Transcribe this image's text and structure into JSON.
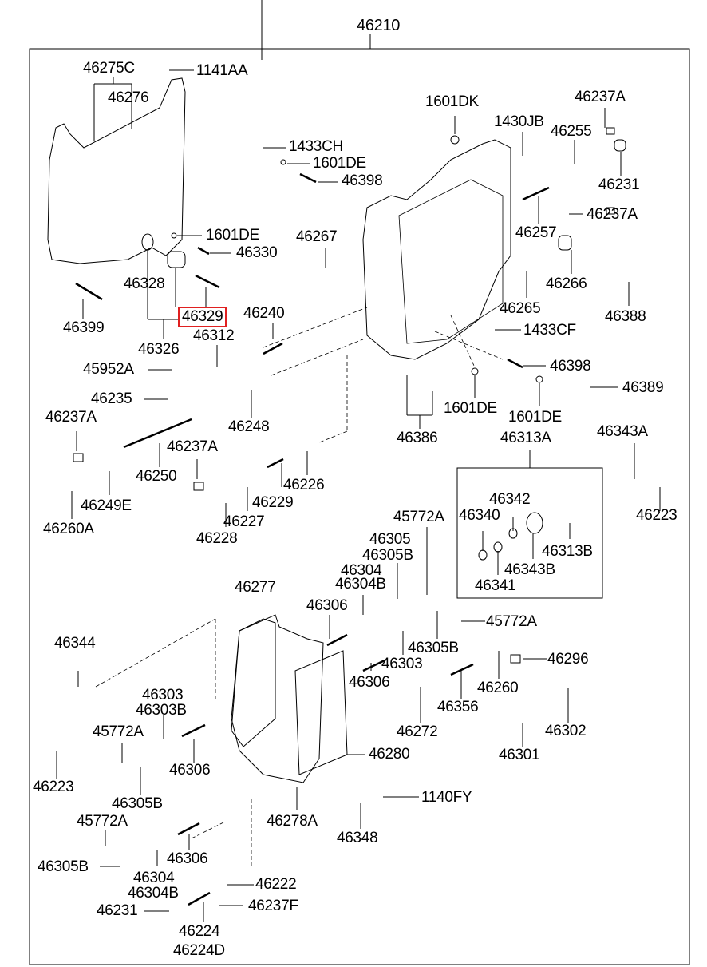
{
  "diagram": {
    "title": "46210",
    "highlight_color": "#e02020",
    "highlighted_part": "46329",
    "labels": [
      {
        "id": "46275C",
        "text": "46275C"
      },
      {
        "id": "1141AA",
        "text": "1141AA"
      },
      {
        "id": "46276",
        "text": "46276"
      },
      {
        "id": "1601DK",
        "text": "1601DK"
      },
      {
        "id": "46237A_1",
        "text": "46237A"
      },
      {
        "id": "1430JB",
        "text": "1430JB"
      },
      {
        "id": "46255",
        "text": "46255"
      },
      {
        "id": "1433CH",
        "text": "1433CH"
      },
      {
        "id": "1601DE_1",
        "text": "1601DE"
      },
      {
        "id": "46398_1",
        "text": "46398"
      },
      {
        "id": "46231_1",
        "text": "46231"
      },
      {
        "id": "46257",
        "text": "46257"
      },
      {
        "id": "46237A_2",
        "text": "46237A"
      },
      {
        "id": "1601DE_2",
        "text": "1601DE"
      },
      {
        "id": "46267",
        "text": "46267"
      },
      {
        "id": "46330",
        "text": "46330"
      },
      {
        "id": "46266",
        "text": "46266"
      },
      {
        "id": "46328",
        "text": "46328"
      },
      {
        "id": "46388",
        "text": "46388"
      },
      {
        "id": "46265",
        "text": "46265"
      },
      {
        "id": "46399",
        "text": "46399"
      },
      {
        "id": "46329",
        "text": "46329"
      },
      {
        "id": "46240",
        "text": "46240"
      },
      {
        "id": "46326",
        "text": "46326"
      },
      {
        "id": "46312",
        "text": "46312"
      },
      {
        "id": "1433CF",
        "text": "1433CF"
      },
      {
        "id": "45952A",
        "text": "45952A"
      },
      {
        "id": "46398_2",
        "text": "46398"
      },
      {
        "id": "46235",
        "text": "46235"
      },
      {
        "id": "46389",
        "text": "46389"
      },
      {
        "id": "1601DE_3",
        "text": "1601DE"
      },
      {
        "id": "46237A_3",
        "text": "46237A"
      },
      {
        "id": "46248",
        "text": "46248"
      },
      {
        "id": "1601DE_4",
        "text": "1601DE"
      },
      {
        "id": "46386",
        "text": "46386"
      },
      {
        "id": "46313A",
        "text": "46313A"
      },
      {
        "id": "46343A",
        "text": "46343A"
      },
      {
        "id": "46237A_4",
        "text": "46237A"
      },
      {
        "id": "46250",
        "text": "46250"
      },
      {
        "id": "46226",
        "text": "46226"
      },
      {
        "id": "46342",
        "text": "46342"
      },
      {
        "id": "46340",
        "text": "46340"
      },
      {
        "id": "46223_1",
        "text": "46223"
      },
      {
        "id": "46249E",
        "text": "46249E"
      },
      {
        "id": "46229",
        "text": "46229"
      },
      {
        "id": "46227",
        "text": "46227"
      },
      {
        "id": "46313B",
        "text": "46313B"
      },
      {
        "id": "46260A",
        "text": "46260A"
      },
      {
        "id": "46228",
        "text": "46228"
      },
      {
        "id": "45772A_1",
        "text": "45772A"
      },
      {
        "id": "46343B",
        "text": "46343B"
      },
      {
        "id": "46305",
        "text": "46305"
      },
      {
        "id": "46305B_1",
        "text": "46305B"
      },
      {
        "id": "46341",
        "text": "46341"
      },
      {
        "id": "46304_1",
        "text": "46304"
      },
      {
        "id": "46304B_1",
        "text": "46304B"
      },
      {
        "id": "46277",
        "text": "46277"
      },
      {
        "id": "46306_1",
        "text": "46306"
      },
      {
        "id": "45772A_2",
        "text": "45772A"
      },
      {
        "id": "46344",
        "text": "46344"
      },
      {
        "id": "46305B_2",
        "text": "46305B"
      },
      {
        "id": "46303_1",
        "text": "46303"
      },
      {
        "id": "46296",
        "text": "46296"
      },
      {
        "id": "46306_2",
        "text": "46306"
      },
      {
        "id": "46260",
        "text": "46260"
      },
      {
        "id": "46356",
        "text": "46356"
      },
      {
        "id": "46303_2",
        "text": "46303"
      },
      {
        "id": "46303B",
        "text": "46303B"
      },
      {
        "id": "45772A_3",
        "text": "45772A"
      },
      {
        "id": "46272",
        "text": "46272"
      },
      {
        "id": "46302",
        "text": "46302"
      },
      {
        "id": "46306_3",
        "text": "46306"
      },
      {
        "id": "46280",
        "text": "46280"
      },
      {
        "id": "46301",
        "text": "46301"
      },
      {
        "id": "46223_2",
        "text": "46223"
      },
      {
        "id": "46305B_3",
        "text": "46305B"
      },
      {
        "id": "1140FY",
        "text": "1140FY"
      },
      {
        "id": "45772A_4",
        "text": "45772A"
      },
      {
        "id": "46278A",
        "text": "46278A"
      },
      {
        "id": "46348",
        "text": "46348"
      },
      {
        "id": "46306_4",
        "text": "46306"
      },
      {
        "id": "46305B_4",
        "text": "46305B"
      },
      {
        "id": "46304_2",
        "text": "46304"
      },
      {
        "id": "46222",
        "text": "46222"
      },
      {
        "id": "46304B_2",
        "text": "46304B"
      },
      {
        "id": "46231_2",
        "text": "46231"
      },
      {
        "id": "46237F",
        "text": "46237F"
      },
      {
        "id": "46224",
        "text": "46224"
      },
      {
        "id": "46224D",
        "text": "46224D"
      }
    ]
  }
}
